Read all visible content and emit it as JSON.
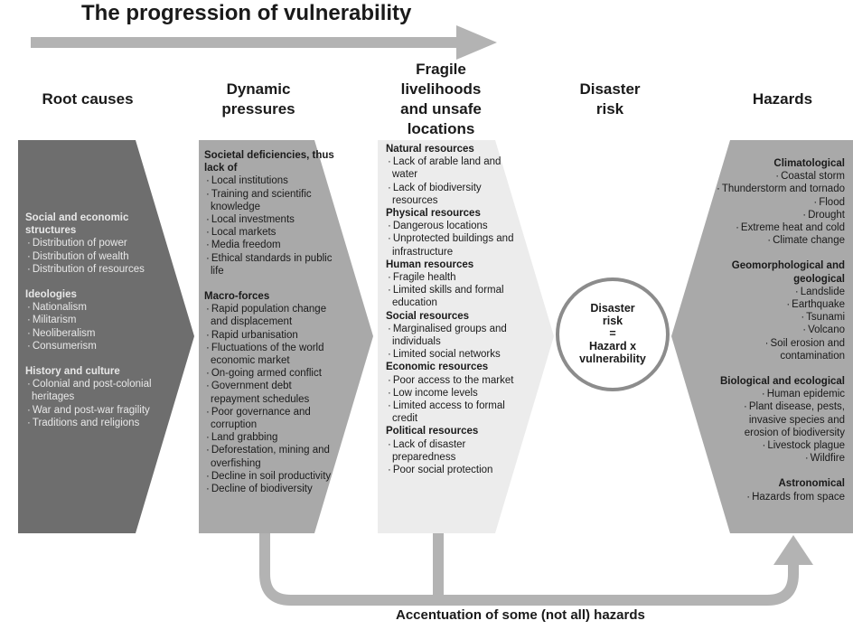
{
  "title": "The progression of vulnerability",
  "headers": {
    "root": "Root causes",
    "dynamic": "Dynamic pressures",
    "fragile": "Fragile livelihoods and unsafe locations",
    "risk": "Disaster risk",
    "hazards": "Hazards"
  },
  "circle": {
    "line1": "Disaster",
    "line2": "risk",
    "line3": "=",
    "line4": "Hazard x",
    "line5": "vulnerability"
  },
  "bottom_label": "Accentuation of some (not all) hazards",
  "root_causes": [
    {
      "title": "Social and economic structures",
      "items": [
        "Distribution of power",
        "Distribution of wealth",
        "Distribution of resources"
      ]
    },
    {
      "title": "Ideologies",
      "items": [
        "Nationalism",
        "Militarism",
        "Neoliberalism",
        "Consumerism"
      ]
    },
    {
      "title": "History and culture",
      "items": [
        "Colonial and post-colonial heritages",
        "War and post-war fragility",
        "Traditions and religions"
      ]
    }
  ],
  "dynamic_pressures": [
    {
      "title": "Societal deficiencies, thus lack of",
      "items": [
        "Local institutions",
        "Training and scientific knowledge",
        "Local investments",
        "Local markets",
        "Media freedom",
        "Ethical standards in public life"
      ]
    },
    {
      "title": "Macro-forces",
      "items": [
        "Rapid population change and displacement",
        "Rapid urbanisation",
        "Fluctuations of the world economic market",
        "On-going armed conflict",
        "Government debt repayment schedules",
        "Poor governance and corruption",
        "Land grabbing",
        "Deforestation, mining and overfishing",
        "Decline in soil productivity",
        "Decline of biodiversity"
      ]
    }
  ],
  "fragile_livelihoods": [
    {
      "title": "Natural resources",
      "items": [
        "Lack of arable land and water",
        "Lack of biodiversity resources"
      ]
    },
    {
      "title": "Physical resources",
      "items": [
        "Dangerous locations",
        "Unprotected buildings and infrastructure"
      ]
    },
    {
      "title": "Human resources",
      "items": [
        "Fragile health",
        "Limited skills and formal education"
      ]
    },
    {
      "title": "Social resources",
      "items": [
        "Marginalised groups and individuals",
        "Limited social networks"
      ]
    },
    {
      "title": "Economic resources",
      "items": [
        "Poor access to the market",
        "Low income levels",
        "Limited access to formal credit"
      ]
    },
    {
      "title": "Political resources",
      "items": [
        "Lack of disaster preparedness",
        "Poor social protection"
      ]
    }
  ],
  "hazards": [
    {
      "title": "Climatological",
      "items": [
        "Coastal storm",
        "Thunderstorm and tornado",
        "Flood",
        "Drought",
        "Extreme heat and cold",
        "Climate change"
      ]
    },
    {
      "title": "Geomorphological and geological",
      "items": [
        "Landslide",
        "Earthquake",
        "Tsunami",
        "Volcano",
        "Soil erosion and contamination"
      ]
    },
    {
      "title": "Biological and ecological",
      "items": [
        "Human epidemic",
        "Plant disease, pests, invasive species and erosion of biodiversity",
        "Livestock plague",
        "Wildfire"
      ]
    },
    {
      "title": "Astronomical",
      "items": [
        "Hazards from space"
      ]
    }
  ],
  "colors": {
    "root": "#6e6e6e",
    "dynamic": "#a9a9a9",
    "fragile": "#ececec",
    "hazards": "#a9a9a9",
    "arrow": "#b3b3b3"
  }
}
